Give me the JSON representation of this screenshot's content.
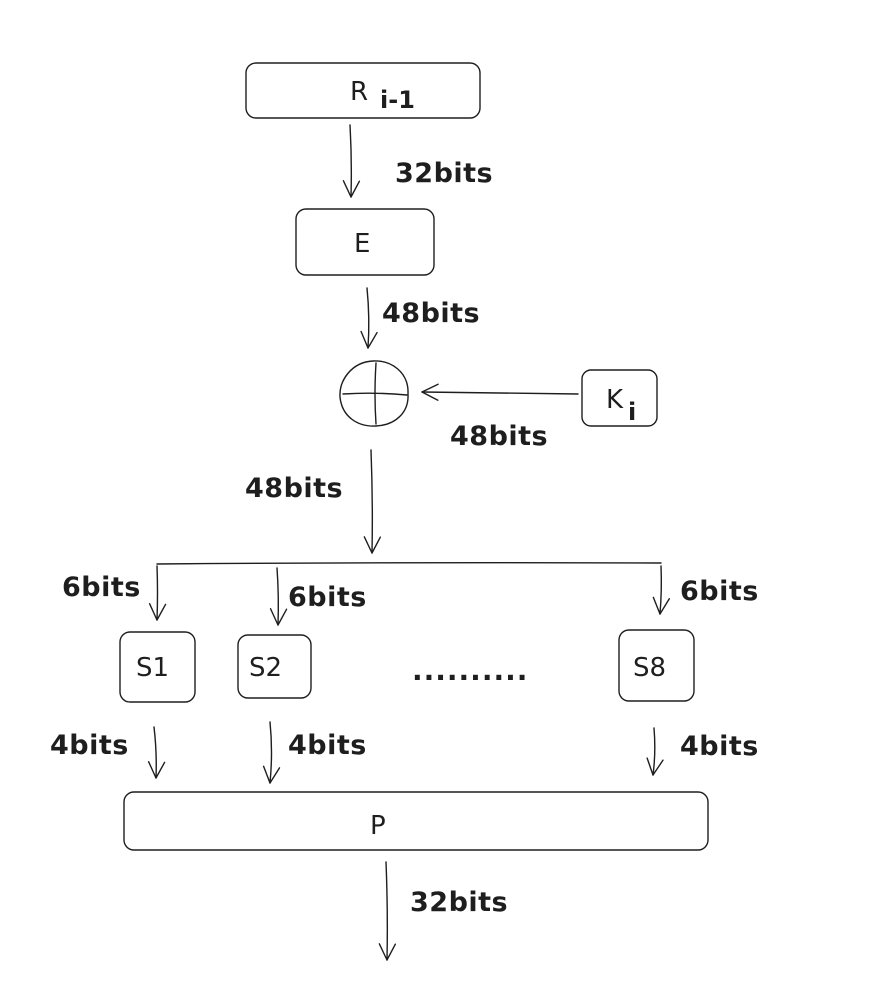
{
  "blocks": {
    "r_main": "R",
    "r_sub": "i-1",
    "e": "E",
    "k_main": "K",
    "k_sub": "i",
    "s1": "S1",
    "s2": "S2",
    "s8": "S8",
    "dots": "..........",
    "p": "P"
  },
  "labels": {
    "r_to_e": "32bits",
    "e_to_xor": "48bits",
    "k_to_xor": "48bits",
    "xor_out": "48bits",
    "s1_in": "6bits",
    "s2_in": "6bits",
    "s8_in": "6bits",
    "s1_out": "4bits",
    "s2_out": "4bits",
    "s8_out": "4bits",
    "p_out": "32bits"
  }
}
